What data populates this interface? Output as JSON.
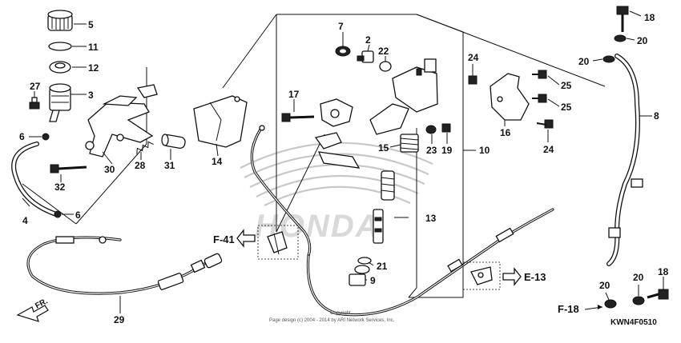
{
  "diagram": {
    "code": "KWN4F0510",
    "copyright_line1": "Copyright",
    "copyright_line2": "Page design (c) 2004 - 2014 by ARI Network Services, Inc.",
    "watermark": "HONDA",
    "direction_label": "FR.",
    "references": {
      "f41": "F-41",
      "e13": "E-13",
      "f18": "F-18"
    },
    "callouts": {
      "c5": "5",
      "c11": "11",
      "c12": "12",
      "c3": "3",
      "c27": "27",
      "c6a": "6",
      "c6b": "6",
      "c4": "4",
      "c32": "32",
      "c30": "30",
      "c28": "28",
      "c31": "31",
      "c14": "14",
      "c29": "29",
      "c7": "7",
      "c2": "2",
      "c22": "22",
      "c17": "17",
      "c15": "15",
      "c23": "23",
      "c19": "19",
      "c10": "10",
      "c13": "13",
      "c21": "21",
      "c9": "9",
      "c24a": "24",
      "c25a": "25",
      "c25b": "25",
      "c16": "16",
      "c24b": "24",
      "c18a": "18",
      "c20a": "20",
      "c20b": "20",
      "c8": "8",
      "c20c": "20",
      "c20d": "20",
      "c18b": "18"
    }
  }
}
